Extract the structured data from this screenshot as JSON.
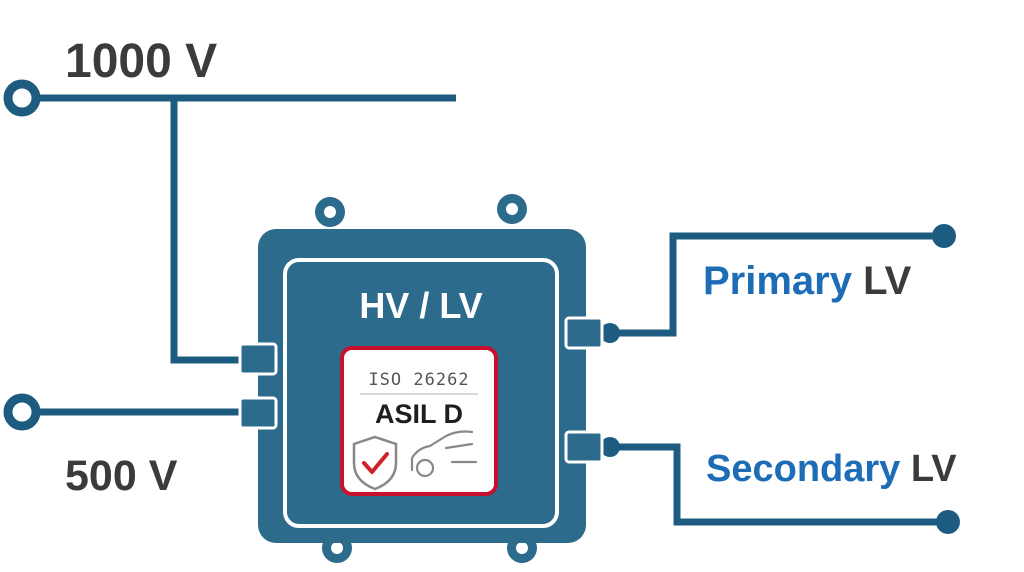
{
  "labels": {
    "v1000": "1000 V",
    "v500": "500 V",
    "primary_word": "Primary",
    "primary_suffix": " LV",
    "secondary_word": "Secondary",
    "secondary_suffix": " LV"
  },
  "module": {
    "title": "HV / LV",
    "standard": "ISO 26262",
    "rating": "ASIL D"
  },
  "icons": {
    "badge": "shield-check-icon",
    "vehicle": "car-icon"
  },
  "colors": {
    "wire": "#1d5c80",
    "module": "#2d6b8d",
    "label_dark": "#3b3b3b",
    "label_blue": "#1c6cb6",
    "badge_border": "#c8102e",
    "check": "#d0202e"
  }
}
